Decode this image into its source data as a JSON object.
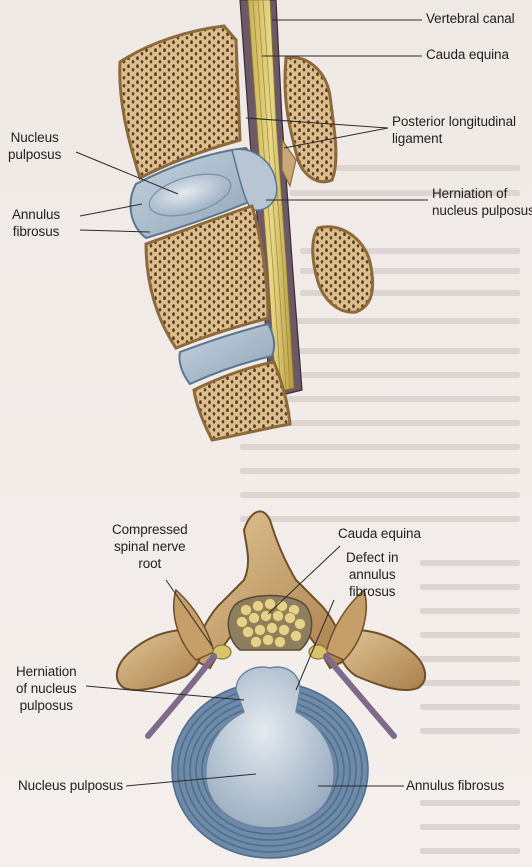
{
  "colors": {
    "bone_fill": "#d9b98a",
    "bone_pore": "#5a3d22",
    "bone_cortex": "#b8925e",
    "disc_blue": "#a4b6c8",
    "annulus_blue": "#5e7c9c",
    "nerve_yellow": "#d6c264",
    "background": "#efe9e6",
    "faded_text": "#d2cac6"
  },
  "icons": {
    "pore_pattern": "dot-pore-texture"
  },
  "labels": {
    "vertebral_canal": "Vertebral canal",
    "cauda_equina_top": "Cauda equina",
    "posterior_longitudinal": [
      "Posterior longitudinal",
      "ligament"
    ],
    "nucleus_pulposus_top": [
      "Nucleus",
      "pulposus"
    ],
    "annulus_fibrosus_top": [
      "Annulus",
      "fibrosus"
    ],
    "herniation_top": [
      "Herniation of",
      "nucleus pulposus"
    ],
    "compressed_root": [
      "Compressed",
      "spinal nerve",
      "root"
    ],
    "cauda_equina_bottom": "Cauda equina",
    "defect_annulus": [
      "Defect in",
      "annulus",
      "fibrosus"
    ],
    "herniation_bottom": [
      "Herniation",
      "of nucleus",
      "pulposus"
    ],
    "nucleus_pulposus_bottom": "Nucleus pulposus",
    "annulus_fibrosus_bottom": "Annulus fibrosus"
  }
}
